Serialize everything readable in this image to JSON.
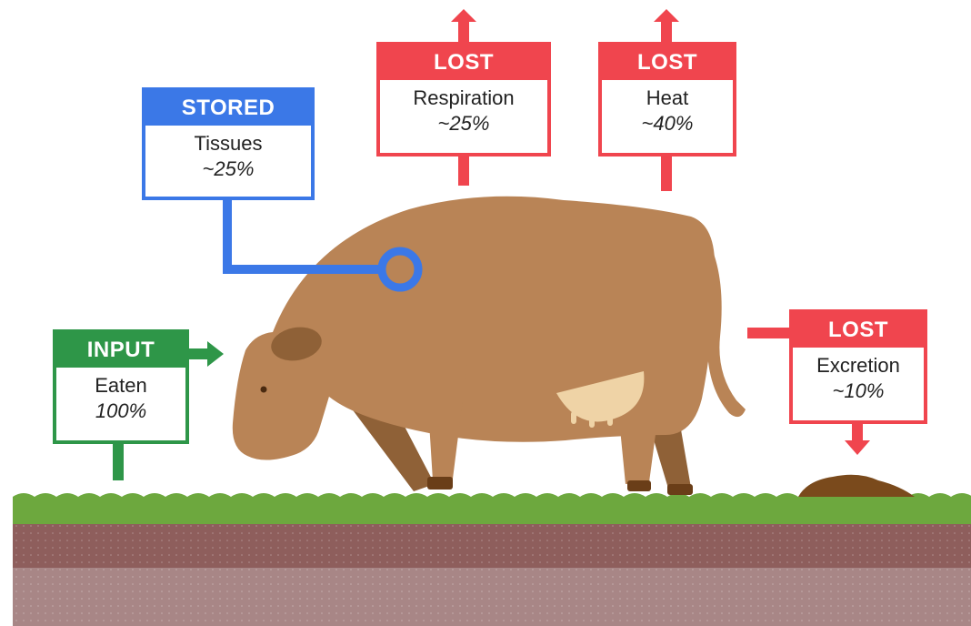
{
  "colors": {
    "input": "#2e9648",
    "stored": "#3b78e7",
    "lost": "#f0454e",
    "cow": "#b98456",
    "cow_dark": "#8f6137",
    "hoof": "#6a3e18",
    "udder": "#efd3a6",
    "grass": "#6da83e",
    "soil_top": "#8e5e5c",
    "soil_bottom": "#a88686",
    "dung": "#7a4a1c"
  },
  "cards": {
    "input": {
      "category": "INPUT",
      "label": "Eaten",
      "value": "100%"
    },
    "stored": {
      "category": "STORED",
      "label": "Tissues",
      "value": "~25%"
    },
    "respiration": {
      "category": "LOST",
      "label": "Respiration",
      "value": "~25%"
    },
    "heat": {
      "category": "LOST",
      "label": "Heat",
      "value": "~40%"
    },
    "excretion": {
      "category": "LOST",
      "label": "Excretion",
      "value": "~10%"
    }
  }
}
